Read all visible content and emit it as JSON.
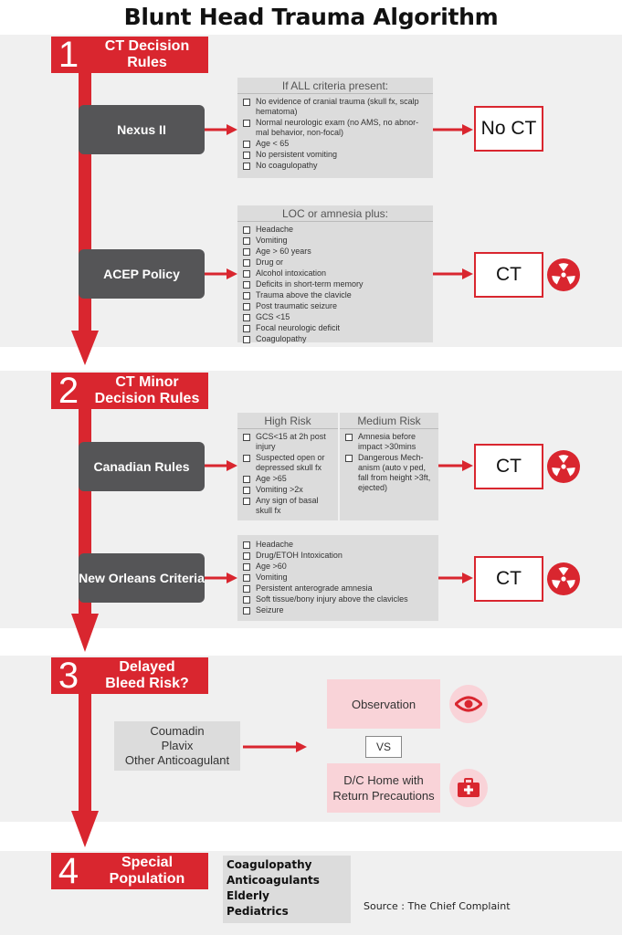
{
  "title": "Blunt Head Trauma Algorithm",
  "colors": {
    "red": "#d9262f",
    "band": "#f0f0f0",
    "dark_box": "#555557",
    "criteria": "#dcdcdc",
    "pink": "#f9d3d8"
  },
  "sections": [
    {
      "num": "1",
      "label": "CT Decision Rules"
    },
    {
      "num": "2",
      "label": "CT Minor Decision Rules"
    },
    {
      "num": "3",
      "label": "Delayed Bleed Risk?"
    },
    {
      "num": "4",
      "label": "Special Population"
    }
  ],
  "nexus": {
    "label": "Nexus II",
    "header": "If ALL criteria present:",
    "items": [
      "No evidence of cranial trauma (skull fx, scalp hematoma)",
      "Normal neurologic exam (no AMS, no abnor-mal behavior, non-focal)",
      "Age < 65",
      "No persistent vomiting",
      "No coagulopathy"
    ],
    "outcome": "No CT"
  },
  "acep": {
    "label": "ACEP Policy",
    "header": "LOC or amnesia plus:",
    "items": [
      "Headache",
      "Vomiting",
      "Age > 60 years",
      "Drug or",
      "Alcohol intoxication",
      "Deficits in short-term memory",
      "Trauma above the clavicle",
      "Post traumatic seizure",
      "GCS <15",
      "Focal neurologic deficit",
      "Coagulopathy"
    ],
    "outcome": "CT"
  },
  "canadian": {
    "label": "Canadian Rules",
    "high_header": "High Risk",
    "high_items": [
      "GCS<15 at 2h post injury",
      "Suspected open or depressed skull fx",
      "Age >65",
      "Vomiting >2x",
      "Any sign of basal skull fx"
    ],
    "medium_header": "Medium Risk",
    "medium_items": [
      "Amnesia before impact >30mins",
      "Dangerous Mech-anism (auto v ped, fall from height >3ft, ejected)"
    ],
    "outcome": "CT"
  },
  "new_orleans": {
    "label": "New Orleans Criteria",
    "items": [
      "Headache",
      "Drug/ETOH Intoxication",
      "Age >60",
      "Vomiting",
      "Persistent anterograde amnesia",
      "Soft tissue/bony injury above the clavicles",
      "Seizure"
    ],
    "outcome": "CT"
  },
  "delayed": {
    "meds": [
      "Coumadin",
      "Plavix",
      "Other Anticoagulant"
    ],
    "observation": "Observation",
    "vs": "VS",
    "home": "D/C Home with Return Precautions"
  },
  "special": {
    "items": [
      "Coagulopathy",
      "Anticoagulants",
      "Elderly",
      "Pediatrics"
    ]
  },
  "source": "Source : The Chief Complaint",
  "icons": {
    "radiation": "radiation-icon",
    "eye": "eye-icon",
    "medkit": "first-aid-kit-icon"
  }
}
